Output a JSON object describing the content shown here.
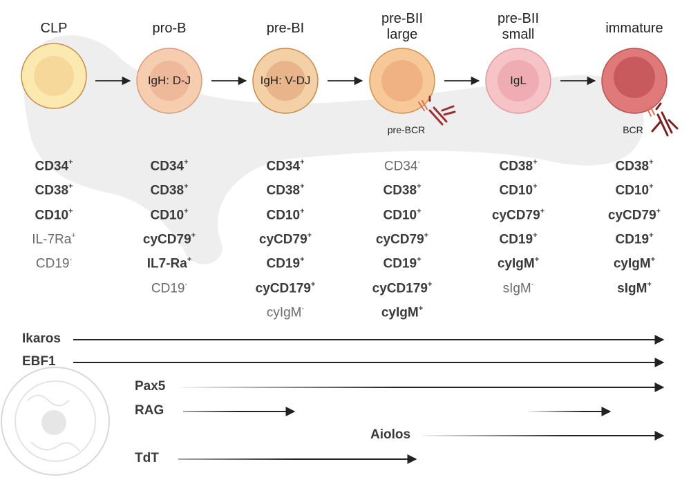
{
  "stages": [
    {
      "title": "CLP",
      "inner": "",
      "receptor": "",
      "markers": [
        {
          "name": "CD34",
          "sign": "+",
          "bold": true
        },
        {
          "name": "CD38",
          "sign": "+",
          "bold": true
        },
        {
          "name": "CD10",
          "sign": "+",
          "bold": true
        },
        {
          "name": "IL-7Ra",
          "sign": "+",
          "bold": false
        },
        {
          "name": "CD19",
          "sign": "-",
          "bold": false
        }
      ]
    },
    {
      "title": "pro-B",
      "inner": "IgH: D-J",
      "receptor": "",
      "markers": [
        {
          "name": "CD34",
          "sign": "+",
          "bold": true
        },
        {
          "name": "CD38",
          "sign": "+",
          "bold": true
        },
        {
          "name": "CD10",
          "sign": "+",
          "bold": true
        },
        {
          "name": "cyCD79",
          "sign": "+",
          "bold": true
        },
        {
          "name": "IL7-Ra",
          "sign": "+",
          "bold": true
        },
        {
          "name": "CD19",
          "sign": "-",
          "bold": false
        }
      ]
    },
    {
      "title": "pre-BI",
      "inner": "IgH: V-DJ",
      "receptor": "",
      "markers": [
        {
          "name": "CD34",
          "sign": "+",
          "bold": true
        },
        {
          "name": "CD38",
          "sign": "+",
          "bold": true
        },
        {
          "name": "CD10",
          "sign": "+",
          "bold": true
        },
        {
          "name": "cyCD79",
          "sign": "+",
          "bold": true
        },
        {
          "name": "CD19",
          "sign": "+",
          "bold": true
        },
        {
          "name": "cyCD179",
          "sign": "+",
          "bold": true
        },
        {
          "name": "cyIgM",
          "sign": "-",
          "bold": false
        }
      ]
    },
    {
      "title": "pre-BII\nlarge",
      "inner": "",
      "receptor": "pre-BCR",
      "markers": [
        {
          "name": "CD34",
          "sign": "-",
          "bold": false
        },
        {
          "name": "CD38",
          "sign": "+",
          "bold": true
        },
        {
          "name": "CD10",
          "sign": "+",
          "bold": true
        },
        {
          "name": "cyCD79",
          "sign": "+",
          "bold": true
        },
        {
          "name": "CD19",
          "sign": "+",
          "bold": true
        },
        {
          "name": "cyCD179",
          "sign": "+",
          "bold": true
        },
        {
          "name": "cyIgM",
          "sign": "+",
          "bold": true
        }
      ]
    },
    {
      "title": "pre-BII\nsmall",
      "inner": "IgL",
      "receptor": "",
      "markers": [
        {
          "name": "CD38",
          "sign": "+",
          "bold": true
        },
        {
          "name": "CD10",
          "sign": "+",
          "bold": true
        },
        {
          "name": "cyCD79",
          "sign": "+",
          "bold": true
        },
        {
          "name": "CD19",
          "sign": "+",
          "bold": true
        },
        {
          "name": "cyIgM",
          "sign": "+",
          "bold": true
        },
        {
          "name": "sIgM",
          "sign": "-",
          "bold": false
        }
      ]
    },
    {
      "title": "immature",
      "inner": "",
      "receptor": "BCR",
      "markers": [
        {
          "name": "CD38",
          "sign": "+",
          "bold": true
        },
        {
          "name": "CD10",
          "sign": "+",
          "bold": true
        },
        {
          "name": "cyCD79",
          "sign": "+",
          "bold": true
        },
        {
          "name": "CD19",
          "sign": "+",
          "bold": true
        },
        {
          "name": "cyIgM",
          "sign": "+",
          "bold": true
        },
        {
          "name": "sIgM",
          "sign": "+",
          "bold": true
        }
      ]
    }
  ],
  "transcription_factors": [
    {
      "name": "Ikaros"
    },
    {
      "name": "EBF1"
    },
    {
      "name": "Pax5"
    },
    {
      "name": "RAG"
    },
    {
      "name": "Aiolos"
    },
    {
      "name": "TdT"
    }
  ],
  "colors": {
    "clp": "#fbe9b0",
    "pro_b": "#f7cdb0",
    "pre_bi": "#f3d0a6",
    "pre_bii_large": "#f8c998",
    "pre_bii_small": "#f6c3c7",
    "immature": "#e07a7a",
    "antibody": "#9b3030",
    "arrow": "#222222",
    "text": "#3a3a3a",
    "muted": "#6a6a6a"
  }
}
